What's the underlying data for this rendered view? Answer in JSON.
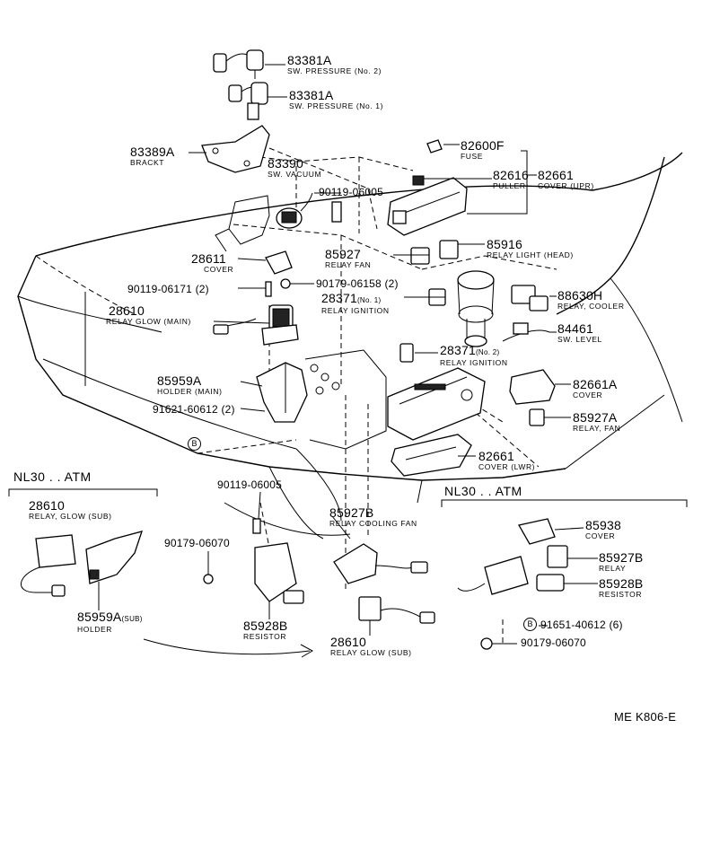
{
  "diagram": {
    "code": "ME K806-E",
    "sections": {
      "left": "NL30 . . ATM",
      "right": "NL30 . . ATM"
    },
    "callouts": {
      "c83381a_2": {
        "num": "83381A",
        "desc": "SW. PRESSURE (No. 2)"
      },
      "c83381a_1": {
        "num": "83381A",
        "desc": "SW. PRESSURE (No. 1)"
      },
      "c83389a": {
        "num": "83389A",
        "desc": "BRACKT"
      },
      "c83390": {
        "num": "83390",
        "desc": "SW. VACUUM"
      },
      "c82600f": {
        "num": "82600F",
        "desc": "FUSE"
      },
      "c82616": {
        "num": "82616",
        "desc": "PULLER"
      },
      "c82661": {
        "num": "82661",
        "desc": "COVER (UPR)"
      },
      "c90119_06005a": {
        "num": "90119-06005"
      },
      "c85916": {
        "num": "85916",
        "desc": "RELAY LIGHT (HEAD)"
      },
      "c85927": {
        "num": "85927",
        "desc": "RELAY FAN"
      },
      "c28611": {
        "num": "28611",
        "desc": "COVER"
      },
      "c90119_06171": {
        "num": "90119-06171 (2)"
      },
      "c90179_06158": {
        "num": "90179-06158 (2)"
      },
      "c28371_1": {
        "num": "28371",
        "qual": "(No. 1)",
        "desc": "RELAY IGNITION"
      },
      "c88630h": {
        "num": "88630H",
        "desc": "RELAY, COOLER"
      },
      "c28610_main": {
        "num": "28610",
        "desc": "RELAY GLOW (MAIN)"
      },
      "c84461": {
        "num": "84461",
        "desc": "SW. LEVEL"
      },
      "c28371_2": {
        "num": "28371",
        "qual": "(No. 2)",
        "desc": "RELAY IGNITION"
      },
      "c85959a": {
        "num": "85959A",
        "desc": "HOLDER (MAIN)"
      },
      "c82661a": {
        "num": "82661A",
        "desc": "COVER"
      },
      "c91621": {
        "num": "91621-60612 (2)"
      },
      "c85927a": {
        "num": "85927A",
        "desc": "RELAY, FAN"
      },
      "c82661_lwr": {
        "num": "82661",
        "desc": "COVER (LWR)"
      },
      "c28610_sub": {
        "num": "28610",
        "desc": "RELAY, GLOW (SUB)"
      },
      "c90119_06005b": {
        "num": "90119-06005"
      },
      "c85927b_cool": {
        "num": "85927B",
        "desc": "RELAY COOLING FAN"
      },
      "c90179_06070a": {
        "num": "90179-06070"
      },
      "c85959a_sub": {
        "num": "85959A",
        "qual": "(SUB)",
        "desc": "HOLDER"
      },
      "c85928b_a": {
        "num": "85928B",
        "desc": "RESISTOR"
      },
      "c28610_sub2": {
        "num": "28610",
        "desc": "RELAY GLOW (SUB)"
      },
      "c85938": {
        "num": "85938",
        "desc": "COVER"
      },
      "c85927b_r": {
        "num": "85927B",
        "desc": "RELAY"
      },
      "c85928b_r": {
        "num": "85928B",
        "desc": "RESISTOR"
      },
      "c91651": {
        "num": "91651-40612 (6)"
      },
      "c90179_06070b": {
        "num": "90179-06070"
      }
    },
    "marker": "B"
  }
}
